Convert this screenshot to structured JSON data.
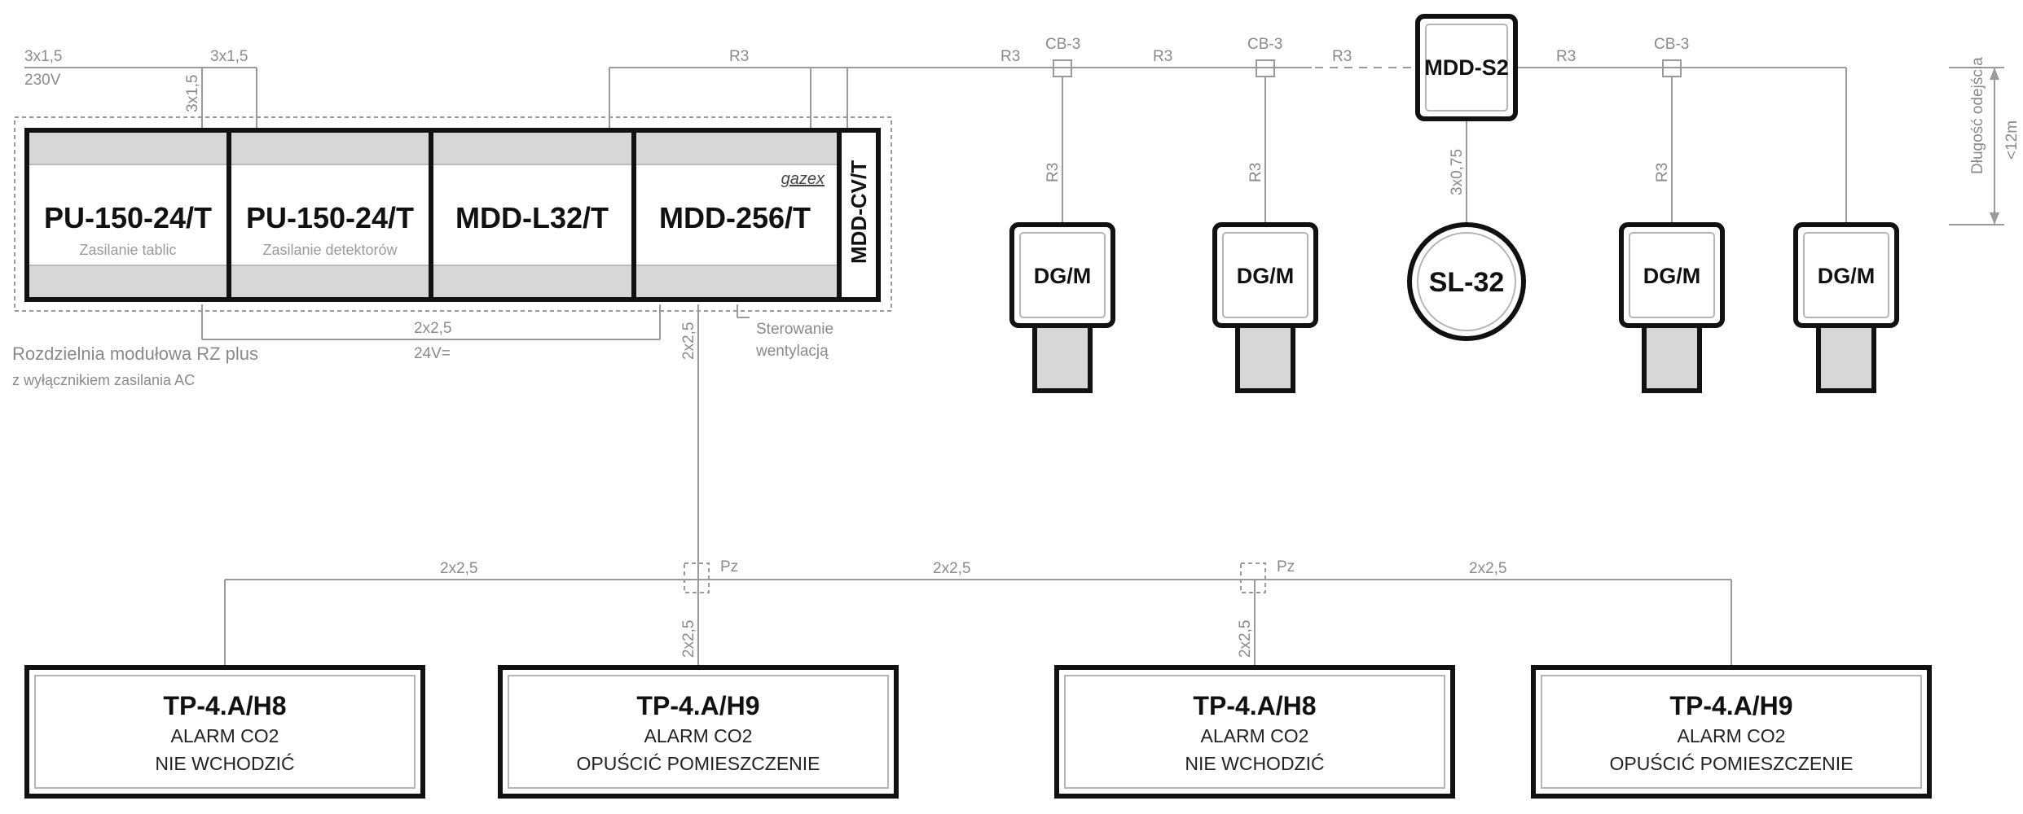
{
  "rack": {
    "caption": "Rozdzielnia modułowa RZ plus",
    "caption_sub": "z wyłącznikiem zasilania AC",
    "brand": "gazex",
    "modules": [
      {
        "name": "PU-150-24/T",
        "sub": "Zasilanie tablic"
      },
      {
        "name": "PU-150-24/T",
        "sub": "Zasilanie detektorów"
      },
      {
        "name": "MDD-L32/T",
        "sub": ""
      },
      {
        "name": "MDD-256/T",
        "sub": ""
      },
      {
        "name": "MDD-CV/T",
        "sub": ""
      }
    ]
  },
  "labels": {
    "supply_cable_1": "3x1,5",
    "supply_voltage": "230V",
    "supply_cable_2": "3x1,5",
    "supply_cable_vertical": "3x1,5",
    "bus_top_1": "R3",
    "bus_top_2": "R3",
    "bus_top_3": "R3",
    "bus_top_4": "R3",
    "bus_top_5": "R3",
    "drop_1": "R3",
    "drop_2": "R3",
    "drop_3": "R3",
    "sl_cable": "3x0,75",
    "cb_1": "CB-3",
    "cb_2": "CB-3",
    "cb_3": "CB-3",
    "dc_cable": "2x2,5",
    "dc_voltage": "24V=",
    "ventilation": "Sterowanie",
    "ventilation_2": "wentylacją",
    "trunk_cable": "2x2,5",
    "branch_cable_1": "2x2,5",
    "branch_cable_2": "2x2,5",
    "branch_cable_3": "2x2,5",
    "pz_1": "Pz",
    "pz_2": "Pz",
    "drop_panel_2": "2x2,5",
    "drop_panel_3": "2x2,5",
    "length_title": "Długość odejścia",
    "length_value": "<12m"
  },
  "devices": {
    "mdd_s2": "MDD-S2",
    "sl_32": "SL-32",
    "detectors": [
      "DG/M",
      "DG/M",
      "DG/M",
      "DG/M"
    ]
  },
  "panels": [
    {
      "model": "TP-4.A/H8",
      "line1": "ALARM CO2",
      "line2": "NIE WCHODZIĆ"
    },
    {
      "model": "TP-4.A/H9",
      "line1": "ALARM CO2",
      "line2": "OPUŚCIĆ POMIESZCZENIE"
    },
    {
      "model": "TP-4.A/H8",
      "line1": "ALARM CO2",
      "line2": "NIE WCHODZIĆ"
    },
    {
      "model": "TP-4.A/H9",
      "line1": "ALARM CO2",
      "line2": "OPUŚCIĆ POMIESZCZENIE"
    }
  ]
}
